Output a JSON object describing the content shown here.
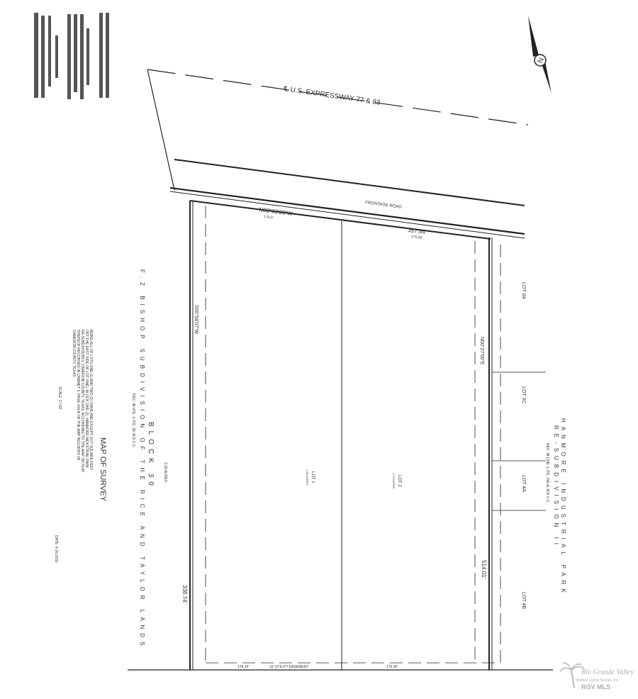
{
  "survey": {
    "highway_label": "℄ U.S. EXPRESSWAY 77 & 83",
    "frontage_road": "FRONTAGE ROAD",
    "north_symbol": "N",
    "bearings": {
      "top": "N83°33'00\"W",
      "right": "N00°27'00\"E",
      "left": "S00°54'07\"W"
    },
    "distances": {
      "top_lot1": "178.0'",
      "top_total": "357.94'",
      "top_lot2": "176.00'",
      "left": "338.74'",
      "right": "514.01'",
      "bottom_lot1": "178.10'",
      "bottom_lot2": "176.30'"
    },
    "easement": "10' UTILITY EASEMENT",
    "lots": [
      {
        "label": "LOT 1",
        "area": "1.69 ACRES"
      },
      {
        "label": "LOT 2",
        "area": "1.70 ACRES"
      }
    ],
    "adjacent_lots": [
      "LOT 3A",
      "LOT 3C",
      "LOT 4A",
      "LOT 4B"
    ],
    "block": "BLOCK 30",
    "acres": "3.39 ACRES",
    "subdivision": "F.Z BISHOP SUBDIVISION OF THE RICE AND TAYLOR LANDS",
    "subdivision_rec": "REC. IN VOL. 4, PG. 28, M.R.C.C.",
    "title": "MAP OF SURVEY",
    "description": [
      "BEING ALL OF LOTS ONE (1) AND TWO (2) (SAVE AND EXCEPT 1077 SQUARE FEET",
      "OFF THE EAST SIDE OF LOT ONE), BLOCK ONE (1), HANMORE INDUSTRIAL PARK",
      "RE-SUBDIVISION II, CAMERON COUNTY, TEXAS, ACCORDING TO THE MAP OR PLAT",
      "THEREOF RECORDED IN CABINET 1, PAGE 434-B OF THE MAP RECORDS OF",
      "CAMERON COUNTY, TEXAS."
    ],
    "scale": "SCALE: 1\"=30'",
    "date": "DATE: 4-26-2002",
    "adjacent_park": "HANMORE INDUSTRIAL PARK",
    "adjacent_park_sub": "RE-SUBDIVISION II",
    "adjacent_park_rec": "REC. IN CAB. 1, PG. 796-A, M.R.C.C."
  },
  "watermark": {
    "script": "Rio Grande Valley",
    "sub": "Multiple Listing Service, Inc.",
    "brand": "RGV MLS"
  }
}
